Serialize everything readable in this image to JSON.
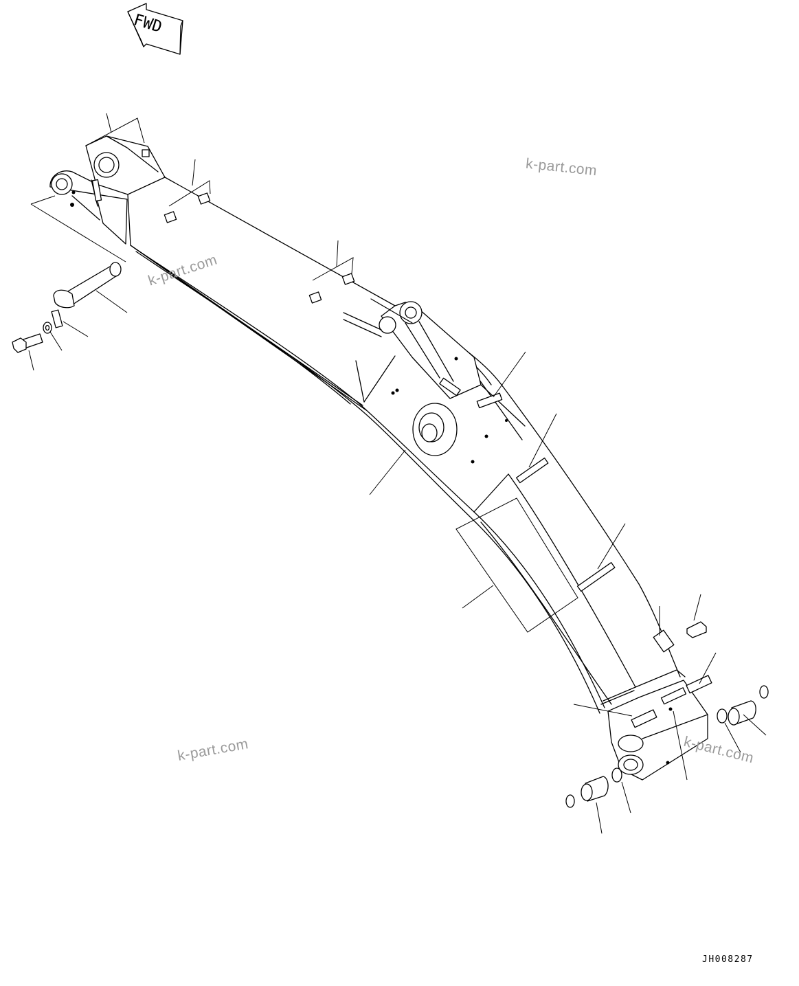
{
  "direction_marker": {
    "label": "FWD",
    "icon": "fwd-arrow-icon"
  },
  "watermark": {
    "text": "k-part.com"
  },
  "drawing_id": "JH008287"
}
